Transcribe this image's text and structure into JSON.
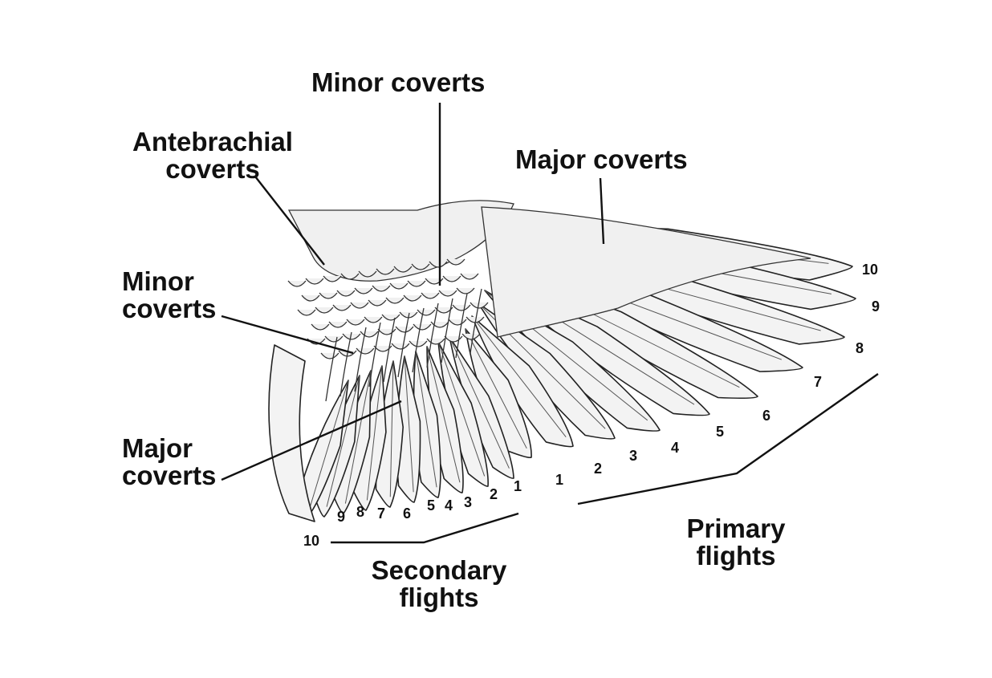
{
  "labels": {
    "minor_coverts_top": "Minor coverts",
    "antebrachial_1": "Antebrachial",
    "antebrachial_2": "coverts",
    "major_coverts_top": "Major coverts",
    "minor_coverts_left_1": "Minor",
    "minor_coverts_left_2": "coverts",
    "major_coverts_left_1": "Major",
    "major_coverts_left_2": "coverts",
    "primary_1": "Primary",
    "primary_2": "flights",
    "secondary_1": "Secondary",
    "secondary_2": "flights"
  },
  "primary_numbers": [
    "1",
    "2",
    "3",
    "4",
    "5",
    "6",
    "7",
    "8",
    "9",
    "10"
  ],
  "secondary_numbers": [
    "1",
    "2",
    "3",
    "4",
    "5",
    "6",
    "7",
    "8",
    "9",
    "10"
  ],
  "colors": {
    "ink": "#111111",
    "feather_fill": "#f3f3f3",
    "background": "#ffffff"
  }
}
